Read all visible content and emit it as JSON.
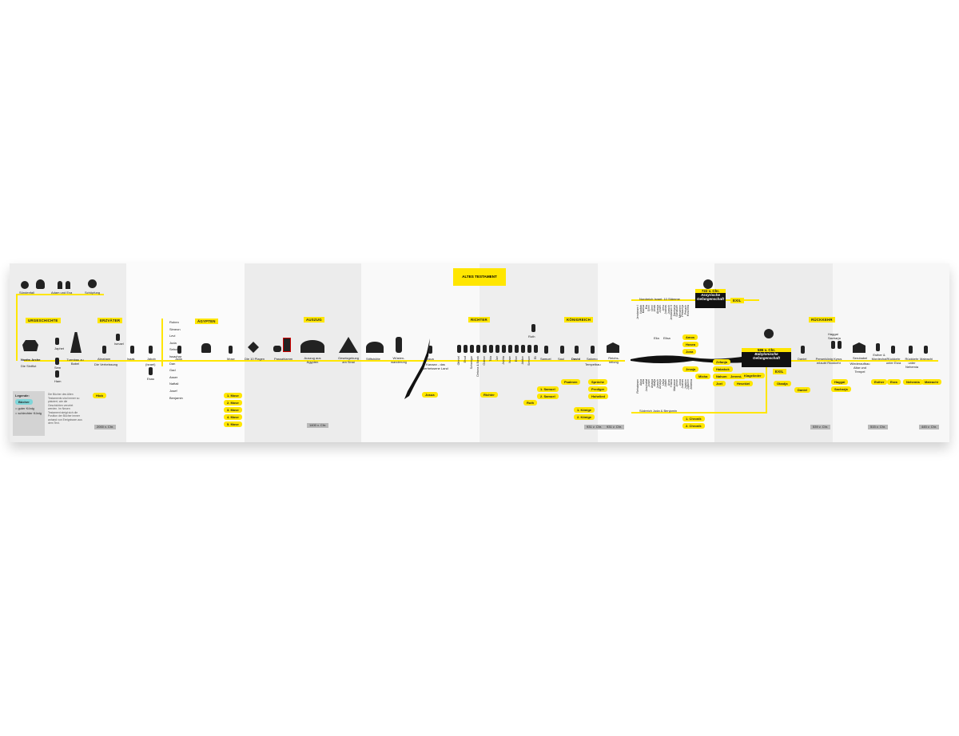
{
  "banner": "ALTES TESTAMENT",
  "top_labels": {
    "suendenfall": "Sündenfall",
    "adam": "Adam und Eva",
    "schoepfung": "Schöpfung"
  },
  "sections": {
    "urgeschichte": "URGESCHICHTE",
    "erzvaeter": "ERZVÄTER",
    "aegypten": "ÄGYPTEN",
    "auszug": "AUSZUG",
    "richter": "RICHTER",
    "koenigreich": "KÖNIGREICH",
    "exil1": "EXIL",
    "exil2": "EXIL",
    "rueckkehr": "RÜCKKEHR"
  },
  "timeline": {
    "noah": "Noahs Arche",
    "sintflut": "Die Sintflut",
    "japhet": "Japhet",
    "sem": "Sem",
    "turmbau": "Turmbau zu Babel",
    "ham": "Ham",
    "ismael": "Ismael",
    "abraham": "Abraham",
    "verheissung": "Die Verheissung",
    "isaak": "Isaak",
    "jakob": "Jakob",
    "israel": "(Israel)",
    "esau": "Esau",
    "juda": "Juda",
    "mose": "Mose",
    "plagen": "Die 10 Plagen",
    "passahlamm": "Passahlamm",
    "auszug_aegypten": "Auszug aus Ägypten",
    "gesetz": "Gesetzgebung am Sinai",
    "stiftshuette": "Stiftshütte",
    "wuestenwanderung": "Wüsten- wanderung",
    "josua": "Josua",
    "kanaan": "Kanaan - das verheissene Land",
    "ruth": "Ruth",
    "samuel": "Samuel",
    "saul": "Saul",
    "david": "David",
    "salomo": "Salomo",
    "tempelbau": "Tempelbau",
    "reichsteilung": "Reichs- teilung",
    "elia": "Elia",
    "elisa": "Elisa",
    "nordreich": "Nordreich Israel: 10 Stämme",
    "suedreich": "Südreich Juda & Benjamin",
    "daniel": "Daniel",
    "perserkoenig": "Perserkönig Kyrus erlaubt Rückkehr",
    "haggai": "Haggai",
    "sacharja": "Sacharja",
    "serubabel": "Serubabel",
    "wiederaufbau": "Wiederaufbau Altar und Tempel",
    "esther": "Esther & Mordechai",
    "esra_rueck": "Rückkehr unter Esra",
    "nehemia_rueck": "Rückkehr unter Nehemia",
    "maleachi": "Maleachi",
    "bluebox": "Babylonische Gefangenschaft",
    "assyr": "Assyrische Gefangenschaft",
    "y722": "722 v. Chr.",
    "y586": "586 v. Chr."
  },
  "sons": [
    "Ruben",
    "Simeon",
    "Levi",
    "Juda",
    "Sebulon",
    "Issachar",
    "Dan",
    "Gad",
    "Asser",
    "Naftali",
    "Josef",
    "Benjamin"
  ],
  "judges": [
    "Othniel",
    "Ehud",
    "Schamgar",
    "Debora & Barak",
    "Gideon",
    "Tola",
    "Jair",
    "Jephta",
    "Ibzan",
    "Elon",
    "Abdon",
    "Simson",
    "Eli"
  ],
  "north_kings": [
    "Jerobeam I",
    "Nadab",
    "Baesa",
    "Ela",
    "Simri",
    "Omri",
    "Ahab",
    "Ahasja",
    "Joram",
    "Jehu",
    "Joahas",
    "Joasch",
    "Jerobeam II",
    "Sacharja",
    "Schallum",
    "Menahem",
    "Pekachja",
    "Pekach",
    "Hoschea"
  ],
  "south_kings": [
    "Rehabeam",
    "Abija",
    "Asa",
    "Joschafat",
    "Joram",
    "Ahasja",
    "Atalja",
    "Joasch",
    "Amazja",
    "Usija",
    "Jotam",
    "Ahas",
    "Hiskia",
    "Manasse",
    "Amon",
    "Josia",
    "Joahas",
    "Jojakim",
    "Jojachin",
    "Zedekia"
  ],
  "books": {
    "hiob": "Hiob",
    "mose1": "1. Mose",
    "mose2": "2. Mose",
    "mose3": "3. Mose",
    "mose4": "4. Mose",
    "mose5": "5. Mose",
    "josua": "Josua",
    "richter": "Richter",
    "ruth": "Ruth",
    "samuel1": "1. Samuel",
    "samuel2": "2. Samuel",
    "psalmen": "Psalmen",
    "sprueche": "Sprüche",
    "prediger": "Prediger",
    "hohelied": "Hohelied",
    "koenige1": "1. Könige",
    "koenige2": "2. Könige",
    "chronik1": "1. Chronik",
    "chronik2": "2. Chronik",
    "amos": "Amos",
    "hosea": "Hosea",
    "jona": "Jona",
    "jesaja": "Jesaja",
    "micha": "Micha",
    "nahum": "Nahum",
    "joel": "Joel",
    "zefanja": "Zefanja",
    "habakuk": "Habakuk",
    "jeremia": "Jeremia",
    "klagelieder": "Klagelieder",
    "hesekiel": "Hesekiel",
    "obadja": "Obadja",
    "daniel": "Daniel",
    "haggai": "Haggai",
    "sacharja": "Sacharja",
    "esther": "Esther",
    "esra": "Esra",
    "nehemia": "Nehemia",
    "maleachi": "Maleachi"
  },
  "dates": {
    "d2000": "2000 v. Chr.",
    "d1400": "1400 v. Chr.",
    "d931a": "931 v. Chr.",
    "d931b": "931 v. Chr.",
    "d539": "539 v. Chr.",
    "d515": "515 v. Chr.",
    "d445": "445 v. Chr."
  },
  "legend": {
    "title": "Legende:",
    "item1": "Bücher",
    "item2": "= guter König",
    "item3": "= schlechter König",
    "text": "Die Bücher des Alten Testaments sind immer so platziert, wie die Geschichten verortet werden. Im Neuen Testament steigt sich die Position der Bücher immer anhand von Ereignissen aus dem Text."
  },
  "colors": {
    "accent": "#ffe600",
    "dark": "#111111",
    "paper": "#f4f4f4"
  }
}
